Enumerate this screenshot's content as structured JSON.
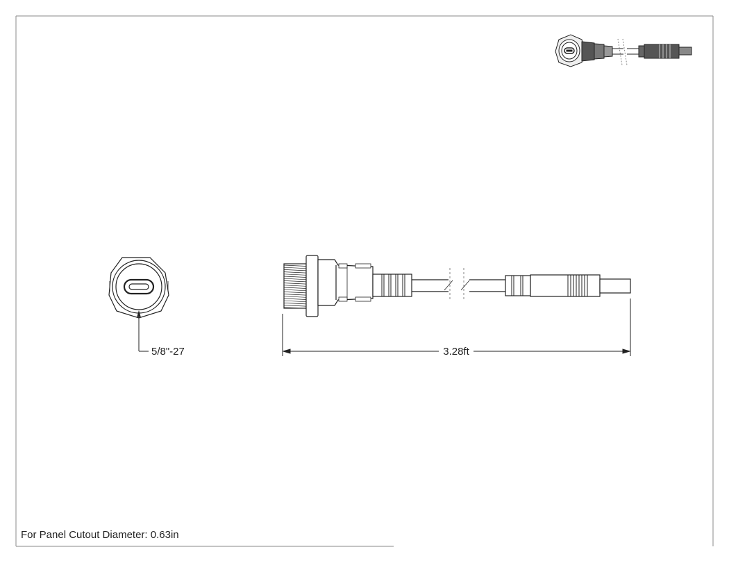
{
  "front_view": {
    "thread_callout": "5/8\"-27"
  },
  "side_view": {
    "length_dimension": "3.28ft"
  },
  "notes": {
    "panel_cutout": "For Panel Cutout Diameter: 0.63in"
  },
  "colors": {
    "line": "#222222",
    "frame": "#8a8a8a",
    "fill": "#ffffff"
  }
}
